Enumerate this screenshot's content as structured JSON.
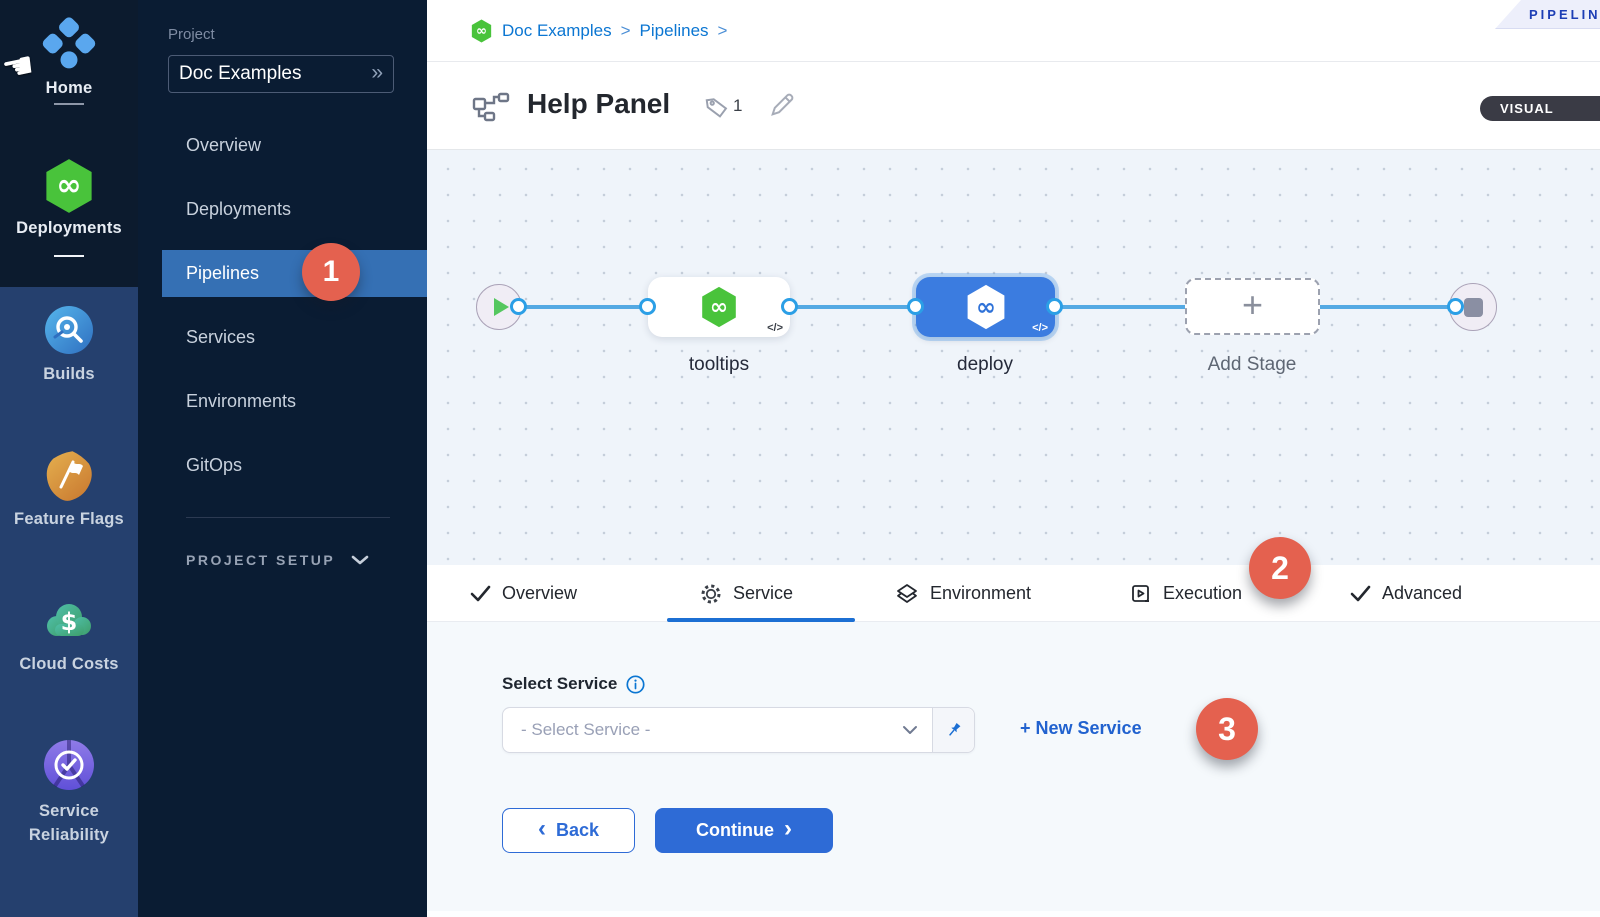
{
  "modules": {
    "top": [
      {
        "label": "Home",
        "icon": "home-icon"
      },
      {
        "label": "Deployments",
        "icon": "deployments-module-icon"
      }
    ],
    "bottom": [
      {
        "label": "Builds",
        "icon": "builds-icon"
      },
      {
        "label": "Feature Flags",
        "icon": "feature-flags-icon"
      },
      {
        "label": "Cloud Costs",
        "icon": "cloud-costs-icon"
      },
      {
        "label": "Service Reliability",
        "icon": "service-reliability-icon"
      }
    ]
  },
  "project_nav": {
    "section_label": "Project",
    "project_name": "Doc Examples",
    "expander": "»",
    "items": [
      {
        "label": "Overview"
      },
      {
        "label": "Deployments"
      },
      {
        "label": "Pipelines",
        "selected": true
      },
      {
        "label": "Services"
      },
      {
        "label": "Environments"
      },
      {
        "label": "GitOps"
      }
    ],
    "setup_label": "PROJECT SETUP"
  },
  "header": {
    "breadcrumb": {
      "links": [
        "Doc Examples",
        "Pipelines"
      ],
      "separator": ">"
    },
    "studio_ribbon": "PIPELIN",
    "title": "Help Panel",
    "tag_count": "1",
    "view_toggle": "VISUAL"
  },
  "pipeline": {
    "stages": [
      {
        "name": "tooltips",
        "code_chip": "</>"
      },
      {
        "name": "deploy",
        "code_chip": "</>",
        "selected": true
      }
    ],
    "add_stage_label": "Add Stage",
    "plus": "+"
  },
  "tabs": {
    "items": [
      {
        "label": "Overview",
        "icon": "check-icon"
      },
      {
        "label": "Service",
        "icon": "gear-icon",
        "active": true
      },
      {
        "label": "Environment",
        "icon": "environment-layers-icon"
      },
      {
        "label": "Execution",
        "icon": "execution-icon"
      },
      {
        "label": "Advanced",
        "icon": "check-icon"
      }
    ]
  },
  "service_form": {
    "label": "Select Service",
    "select_placeholder": "- Select Service -",
    "new_service_label": "+ New Service",
    "back_label": "Back",
    "continue_label": "Continue",
    "back_chevron": "‹",
    "continue_chevron": "›"
  },
  "annotations": {
    "step1": "1",
    "step2": "2",
    "step3": "3"
  },
  "colors": {
    "rail_dark": "#0C1B2E",
    "rail_blue": "#25406E",
    "project_rail": "#0A1C33",
    "selected_nav_blue": "#3570B4",
    "badge_red": "#E4614F",
    "link_blue": "#0B76D2",
    "connector_blue": "#54A9E3",
    "stage_blue": "#3B7CE0",
    "harness_green": "#49C33B",
    "primary_button_blue": "#2E6BD6",
    "canvas_bg": "#EFF4FA",
    "content_bg": "#F5F9FC",
    "ribbon_text_blue": "#1D3EB5"
  }
}
